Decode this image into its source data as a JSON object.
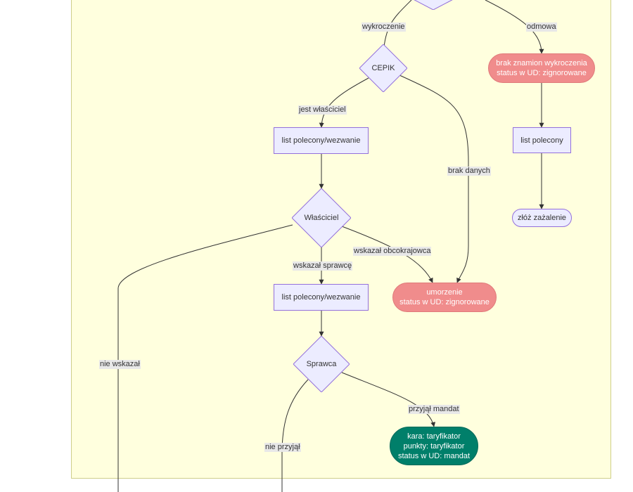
{
  "nodes": {
    "cepik": "CEPIK",
    "list1": "list polecony/wezwanie",
    "wlasciciel": "Właściciel",
    "list2": "list polecony/wezwanie",
    "sprawca": "Sprawca",
    "brak_znamion": [
      "brak znamion wykroczenia",
      "status w UD: zignorowane"
    ],
    "list_polecony": "list polecony",
    "zaloz_zazalenie": "złóż zażalenie",
    "umorzenie": [
      "umorzenie",
      "status w UD: zignorowane"
    ],
    "mandat": [
      "kara: taryfikator",
      "punkty: taryfikator",
      "status w UD: mandat"
    ]
  },
  "edge_labels": {
    "wykroczenie": "wykroczenie",
    "odmowa": "odmowa",
    "jest_wlasciciel": "jest właściciel",
    "brak_danych": "brak danych",
    "wskazal_obcokrajowca": "wskazał obcokrajowca",
    "wskazal_sprawce": "wskazał sprawcę",
    "nie_wskazal": "nie wskazał",
    "przyjal_mandat": "przyjął mandat",
    "nie_przyjal": "nie przyjął"
  },
  "colors": {
    "cluster_fill": "#ffffde",
    "node_fill": "#ececff",
    "node_border": "#9370db",
    "negative": "#f08c8c",
    "positive": "#007f6a"
  }
}
